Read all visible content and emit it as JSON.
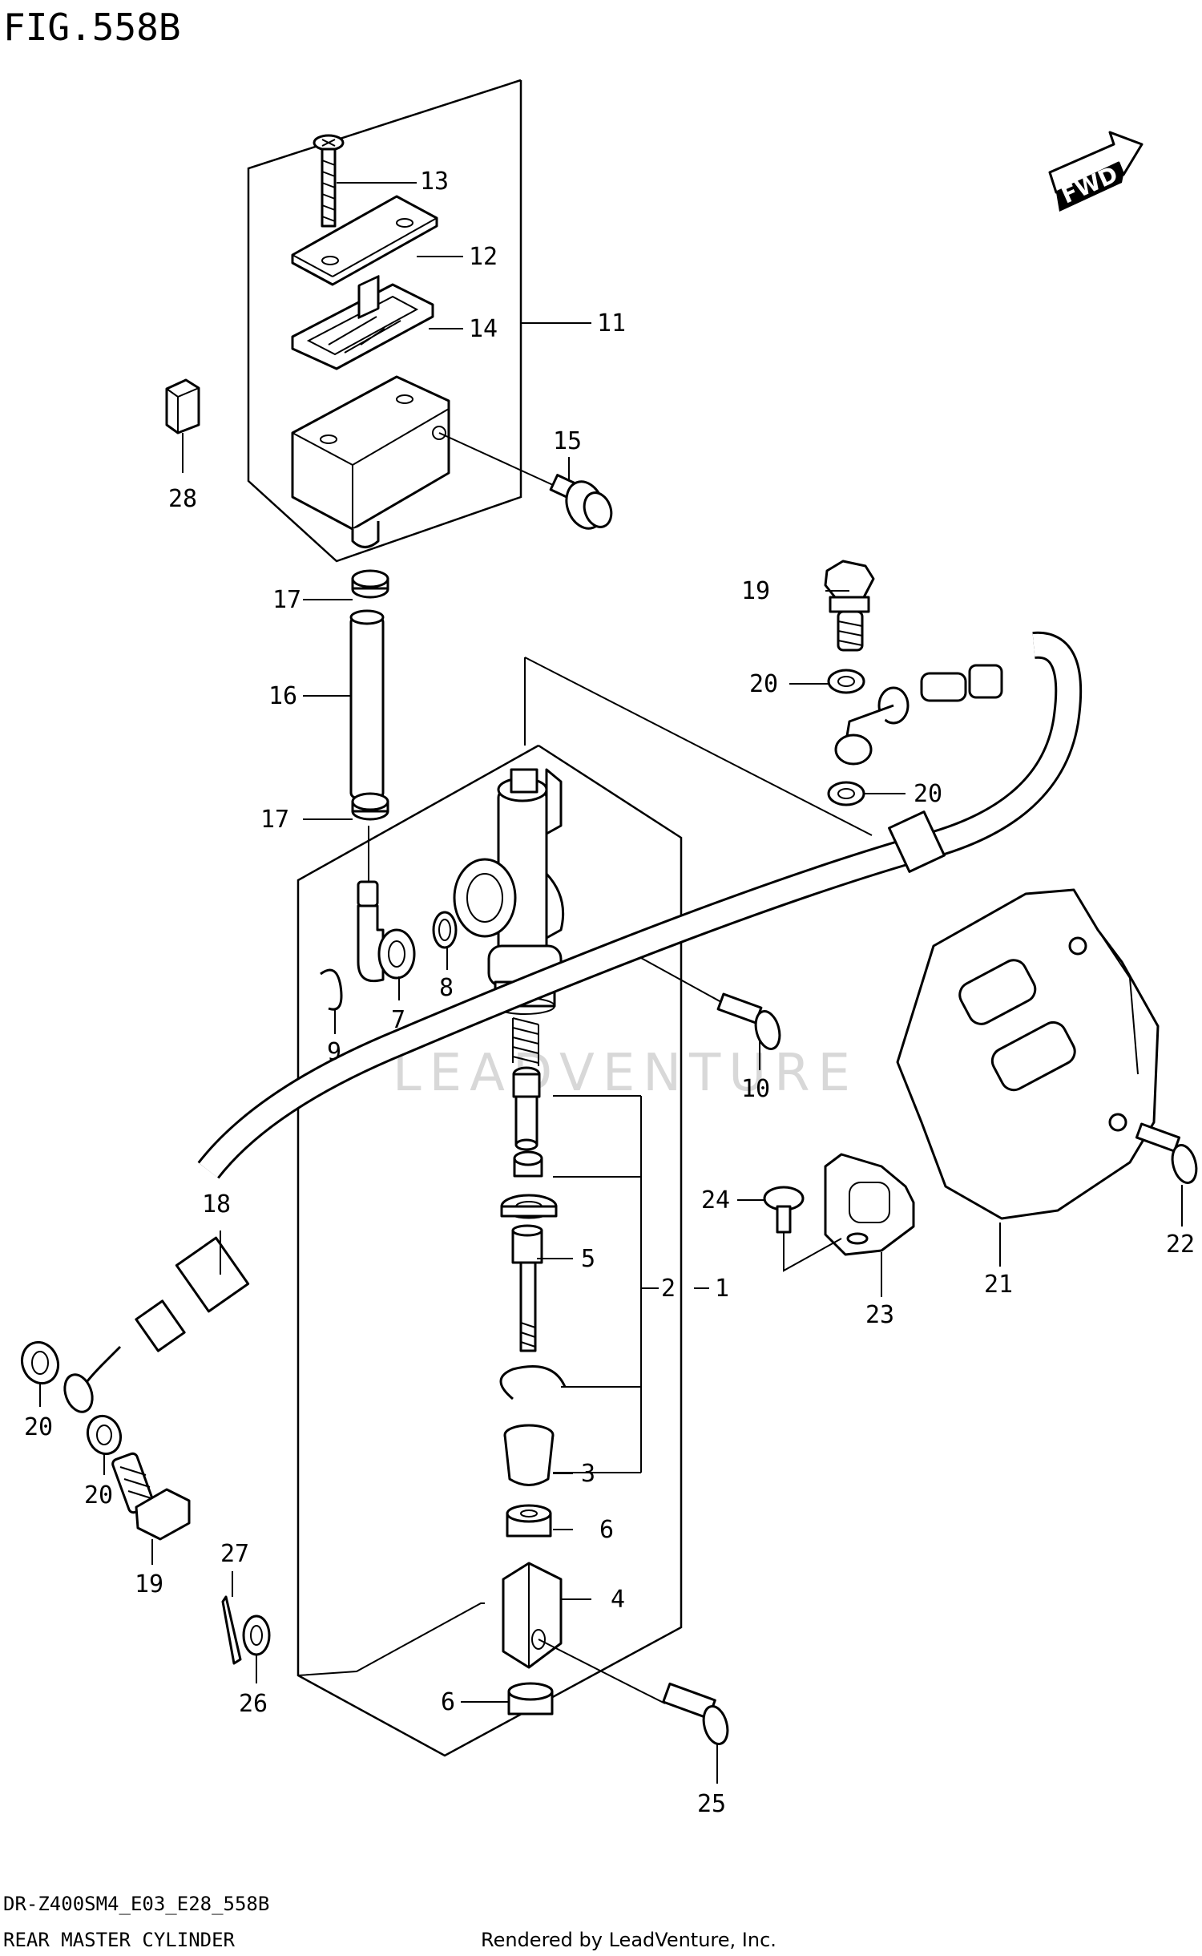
{
  "figure_title": "FIG.558B",
  "model_code": "DR-Z400SM4_E03_E28_558B",
  "section_title": "REAR MASTER CYLINDER",
  "credit": "Rendered by LeadVenture, Inc.",
  "watermark": "LEADVENTURE",
  "fwd_label": "FWD",
  "callouts": {
    "c1": "1",
    "c2": "2",
    "c3": "3",
    "c4": "4",
    "c5": "5",
    "c6a": "6",
    "c6b": "6",
    "c7": "7",
    "c8": "8",
    "c9": "9",
    "c10": "10",
    "c11": "11",
    "c12": "12",
    "c13": "13",
    "c14": "14",
    "c15": "15",
    "c16": "16",
    "c17a": "17",
    "c17b": "17",
    "c18": "18",
    "c19a": "19",
    "c19b": "19",
    "c20a": "20",
    "c20b": "20",
    "c20c": "20",
    "c20d": "20",
    "c21": "21",
    "c22": "22",
    "c23": "23",
    "c24": "24",
    "c25": "25",
    "c26": "26",
    "c27": "27",
    "c28": "28"
  }
}
